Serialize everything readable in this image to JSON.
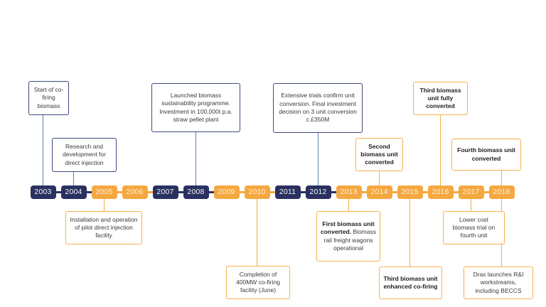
{
  "palette": {
    "navy": "#2A3161",
    "orange": "#F5A840",
    "blue_connector": "#5B82B4",
    "orange_connector": "#F6AB47",
    "box_text": "#3A3A3C",
    "background": "#FFFFFF"
  },
  "timeline": {
    "years": [
      {
        "label": "2003",
        "theme": "navy"
      },
      {
        "label": "2004",
        "theme": "navy"
      },
      {
        "label": "2005",
        "theme": "orange"
      },
      {
        "label": "2006",
        "theme": "orange"
      },
      {
        "label": "2007",
        "theme": "navy"
      },
      {
        "label": "2008",
        "theme": "navy"
      },
      {
        "label": "2009",
        "theme": "orange"
      },
      {
        "label": "2010",
        "theme": "orange"
      },
      {
        "label": "2011",
        "theme": "navy"
      },
      {
        "label": "2012",
        "theme": "navy"
      },
      {
        "label": "2013",
        "theme": "orange"
      },
      {
        "label": "2014",
        "theme": "orange"
      },
      {
        "label": "2015",
        "theme": "orange"
      },
      {
        "label": "2016",
        "theme": "orange"
      },
      {
        "label": "2017",
        "theme": "orange"
      },
      {
        "label": "2018",
        "theme": "orange"
      }
    ]
  },
  "events": {
    "start": {
      "year": "2003",
      "position": "above",
      "text": "Start of co-firing biomass"
    },
    "research": {
      "year": "2004",
      "position": "above",
      "text": "Research and development for direct injection"
    },
    "installation": {
      "year": "2005",
      "position": "below",
      "text": "Installation and operation of pilot direct injection facility"
    },
    "launched": {
      "year": "2008",
      "position": "above",
      "text": "Launched biomass sustainability programme. Investment in 100,000t p.a. straw pellet plant"
    },
    "completion": {
      "year": "2010",
      "position": "below",
      "text": "Completion of 400MW co-firing facility (June)"
    },
    "trials": {
      "year": "2012",
      "position": "above",
      "text": "Extensive trials confirm unit conversion. Final investment decision on 3 unit conversion c.£350M"
    },
    "first": {
      "year": "2013",
      "position": "below",
      "text_bold": "First biomass unit converted.",
      "text_regular": "Biomass rail freight wagons operational"
    },
    "second": {
      "year": "2014",
      "position": "above",
      "text": "Second biomass unit converted"
    },
    "third_enhanced": {
      "year": "2015",
      "position": "below",
      "text": "Third biomass unit enhanced co-firing"
    },
    "third_fully": {
      "year": "2016",
      "position": "above",
      "text": "Third biomass unit fully converted"
    },
    "lower_cost": {
      "year": "2017",
      "position": "below",
      "text": "Lower cost biomass trial on fourth unit"
    },
    "fourth": {
      "year": "2018",
      "position": "above",
      "text": "Fourth biomass unit converted"
    },
    "drax_beccs": {
      "year": "2018",
      "position": "below",
      "text": "Drax launches R&I workstreams, including BECCS"
    }
  }
}
